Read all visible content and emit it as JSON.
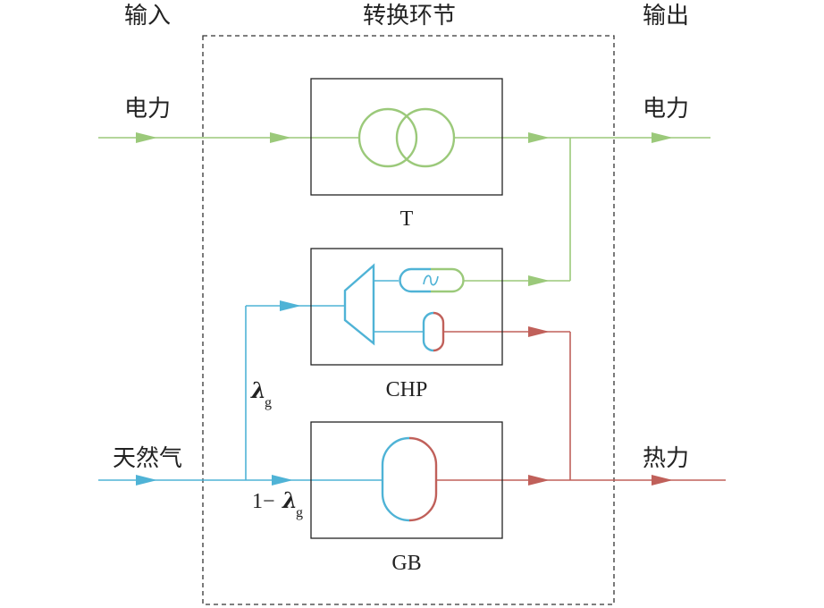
{
  "headers": {
    "input": "输入",
    "conversion": "转换环节",
    "output": "输出"
  },
  "inputs": {
    "electricity": "电力",
    "natural_gas": "天然气"
  },
  "outputs": {
    "electricity": "电力",
    "heat": "热力"
  },
  "units": {
    "transformer": "T",
    "chp": "CHP",
    "gas_boiler": "GB"
  },
  "split": {
    "lambda_symbol": "λ",
    "lambda_sub": "g",
    "one_minus": "1−"
  },
  "colors": {
    "electricity": "#9bc97a",
    "gas": "#4fb3d6",
    "heat": "#c0605a",
    "box": "#222222",
    "dashed": "#333333"
  }
}
